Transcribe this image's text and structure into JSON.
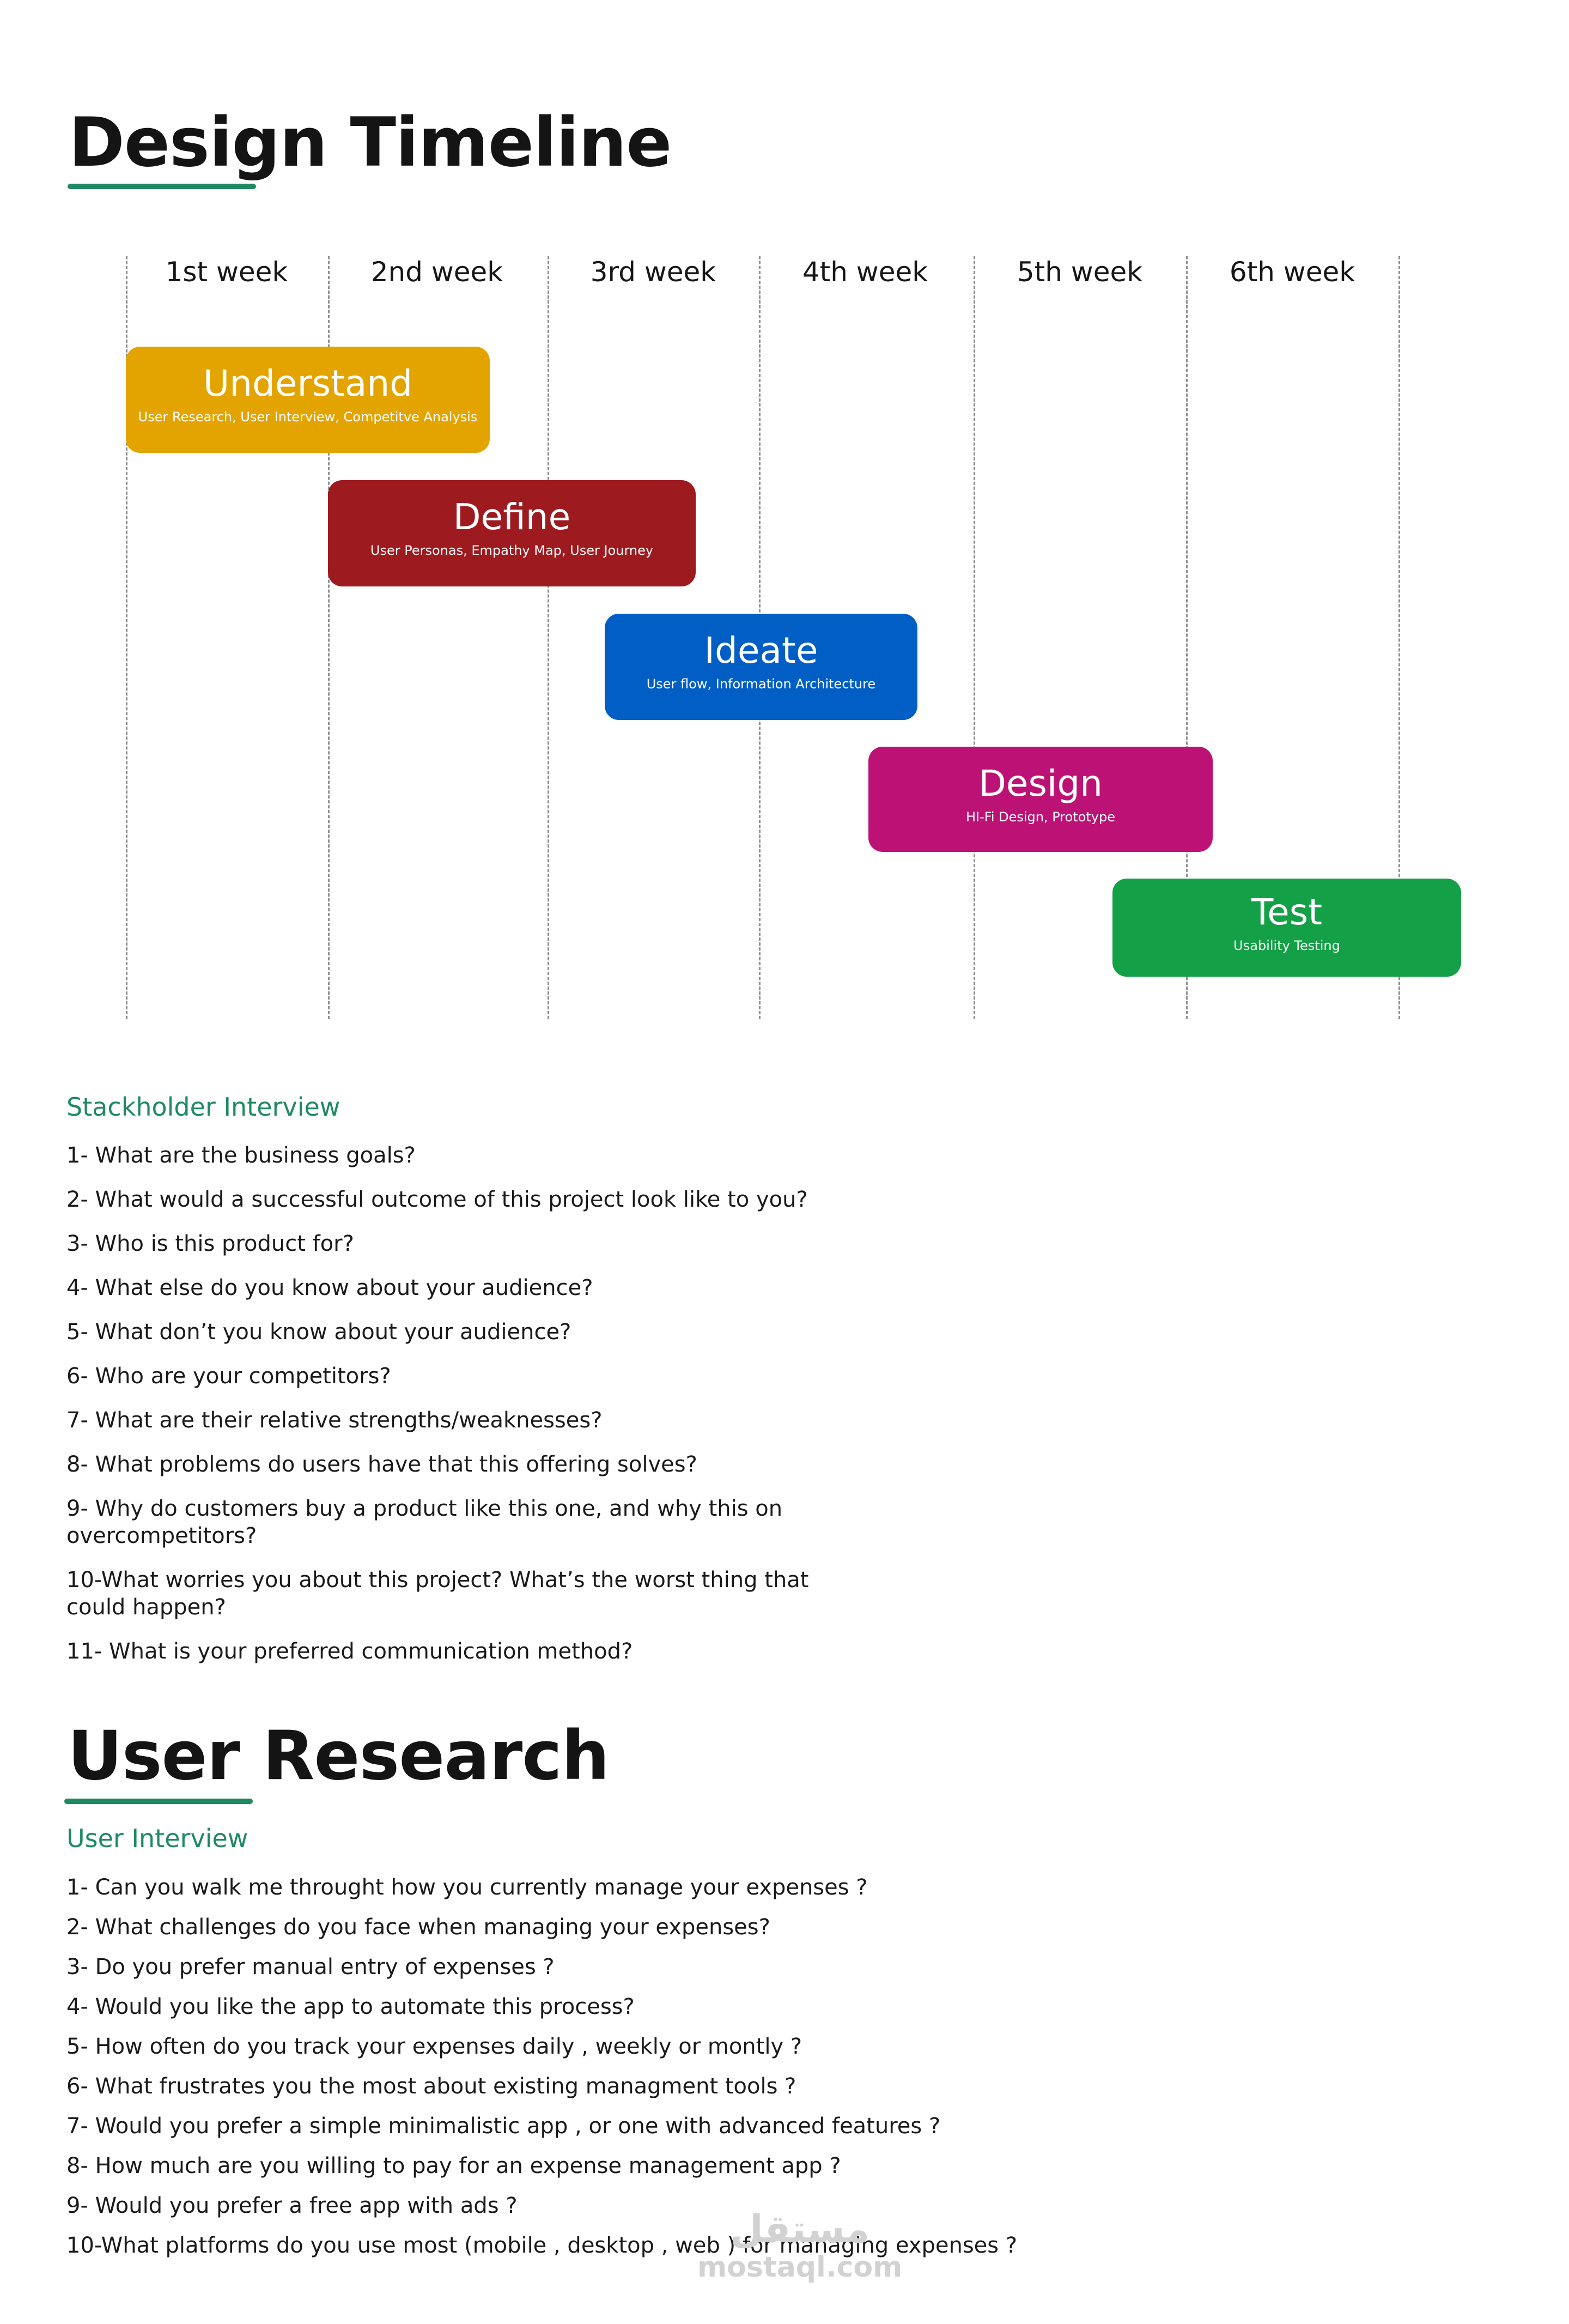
{
  "timeline": {
    "title": "Design Timeline",
    "weeks": [
      "1st week",
      "2nd week",
      "3rd week",
      "4th week",
      "5th week",
      "6th week"
    ],
    "phases": [
      {
        "title": "Understand",
        "subtitle": "User Research, User Interview, Competitve Analysis",
        "color": "#e3a400"
      },
      {
        "title": "Define",
        "subtitle": "User Personas, Empathy Map, User Journey",
        "color": "#9d1a1f"
      },
      {
        "title": "Ideate",
        "subtitle": "User flow, Information Architecture",
        "color": "#005ec4"
      },
      {
        "title": "Design",
        "subtitle": "HI-Fi Design, Prototype",
        "color": "#bc1276"
      },
      {
        "title": "Test",
        "subtitle": "Usability Testing",
        "color": "#14a046"
      }
    ]
  },
  "stakeholder": {
    "title": "Stackholder Interview",
    "questions": [
      "1- What are the business goals?",
      "2- What would a successful outcome of this project look like to you?",
      "3- Who is this product for?",
      "4- What else do you know about your audience?",
      "5- What don’t you know about your audience?",
      "6- Who are your competitors?",
      "7- What are their relative strengths/weaknesses?",
      "8- What problems do users have that this offering solves?",
      "9- Why do customers buy a product like this one, and why this on overcompetitors?",
      "10-What worries you about this project? What’s the worst thing that could happen?",
      "11- What is your preferred communication method?"
    ]
  },
  "research": {
    "title": "User Research",
    "subtitle": "User Interview",
    "questions": [
      "1- Can you walk me throught how you currently manage your expenses ?",
      "2- What challenges do you face when managing your expenses?",
      "3- Do you prefer manual entry of expenses ?",
      "4- Would you like the app to automate this process?",
      "5- How often do you track your expenses daily , weekly or montly ?",
      "6- What frustrates you the most about existing managment tools ?",
      "7- Would you prefer a simple minimalistic app , or one with advanced features ?",
      "8-  How much are you willing to pay for an expense management app ?",
      "9- Would you prefer a free app with ads ?",
      "10-What platforms do you use most  (mobile , desktop , web ) for managing expenses ?"
    ]
  },
  "watermark": {
    "logo": "مستقل",
    "text": "mostaql.com"
  },
  "colors": {
    "accent": "#1f8a62",
    "heading": "#141414",
    "text": "#1a1a1a",
    "gridline": "#8f8f8f"
  }
}
